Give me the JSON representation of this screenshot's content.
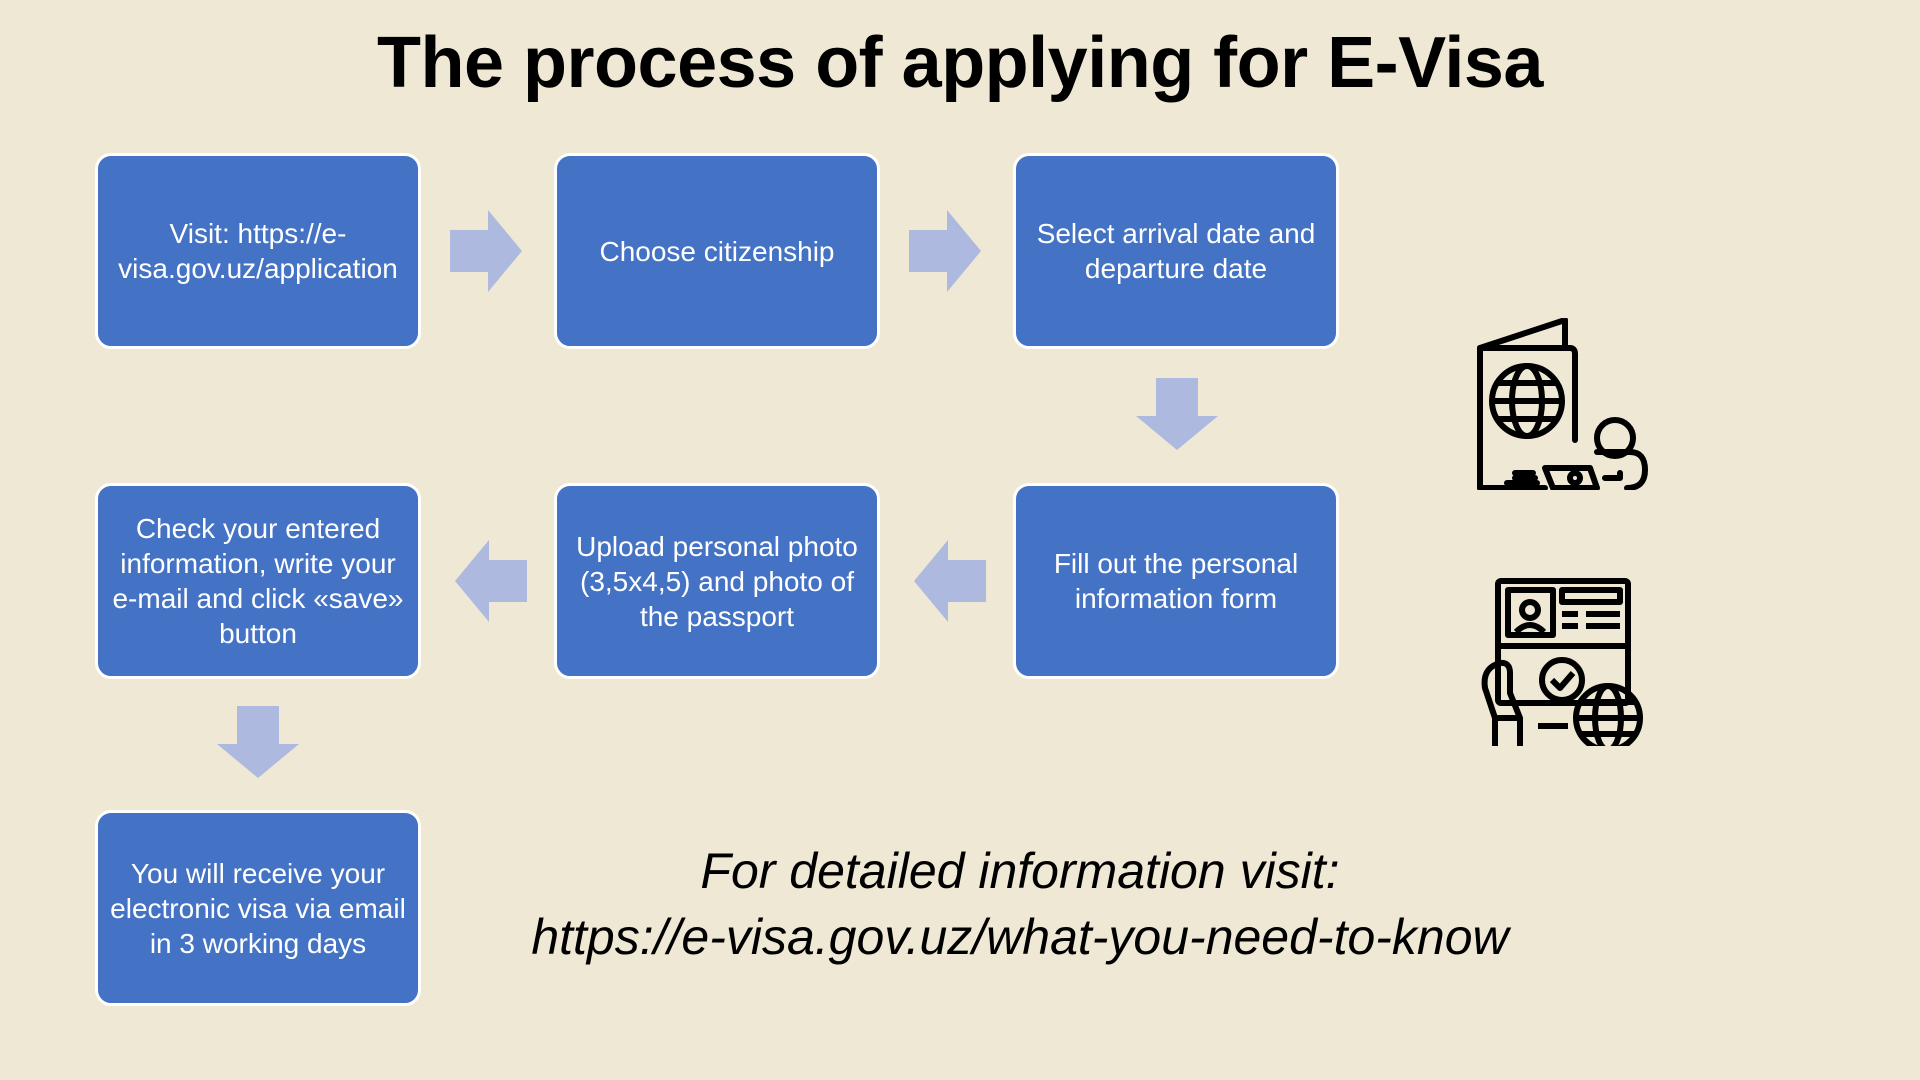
{
  "title": "The process of applying for E-Visa",
  "steps": [
    {
      "text": "Visit: https://e-visa.gov.uz/application"
    },
    {
      "text": "Choose citizenship"
    },
    {
      "text": "Select arrival date and departure date"
    },
    {
      "text": "Fill out the personal information form"
    },
    {
      "text": "Upload personal photo (3,5x4,5) and photo of the passport"
    },
    {
      "text": "Check your entered information, write your e-mail and click «save» button"
    },
    {
      "text": "You will receive your electronic visa via email in 3 working days"
    }
  ],
  "footer": {
    "line1": "For detailed information visit:",
    "line2": "https://e-visa.gov.uz/what-you-need-to-know"
  },
  "icons": [
    "passport-globe-laptop-icon",
    "id-card-hand-globe-icon"
  ],
  "colors": {
    "background": "#efe8d5",
    "box": "#4472c4",
    "arrow": "#adb9df",
    "text": "#ffffff"
  }
}
